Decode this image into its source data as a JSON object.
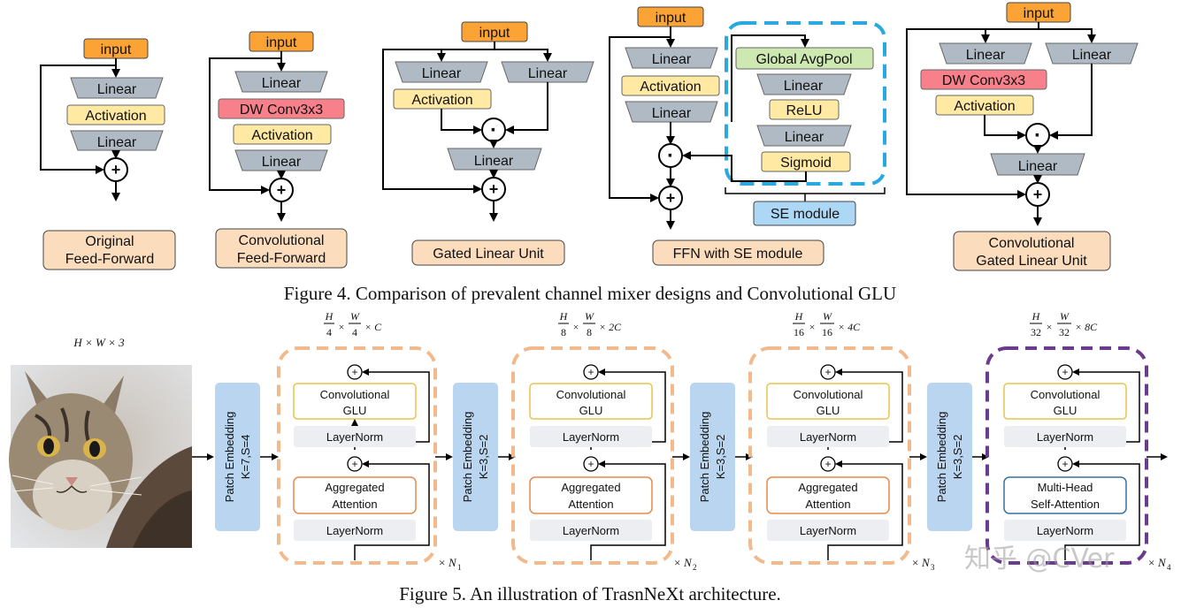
{
  "colors": {
    "orange": "#fba435",
    "linear": "#b0bac4",
    "activation": "#ffe9a3",
    "dwconv": "#f7808a",
    "green": "#cde8b0",
    "se_blue": "#acd8f6",
    "label_peach": "#fbdcbd",
    "patch_blue": "#b9d5ef",
    "dashed_orange": "#f1b98c",
    "dashed_purple": "#6a3b8f",
    "glu_border": "#e9c44c",
    "attn_border": "#e6884b",
    "mhsa_border": "#3670a3",
    "layernorm": "#eceef1"
  },
  "fig4": {
    "caption": "Figure 4. Comparison of prevalent channel mixer designs and Convolutional GLU",
    "input": "input",
    "linear": "Linear",
    "activation": "Activation",
    "dwconv": "DW Conv3x3",
    "gap": "Global AvgPool",
    "relu": "ReLU",
    "sigmoid": "Sigmoid",
    "plus": "+",
    "dot": "·",
    "se_module": "SE module",
    "label1_l1": "Original",
    "label1_l2": "Feed-Forward",
    "label2_l1": "Convolutional",
    "label2_l2": "Feed-Forward",
    "label3": "Gated Linear Unit",
    "label4": "FFN with SE module",
    "label5_l1": "Convolutional",
    "label5_l2": "Gated Linear Unit"
  },
  "fig5": {
    "caption": "Figure 5. An illustration of TrasnNeXt architecture.",
    "input_dim": "H × W × 3",
    "patch1": "Patch Embedding",
    "patch1_k": "K=7,S=4",
    "patch_n": "Patch Embedding",
    "patch_n_k": "K=3,S=2",
    "conv_glu_l1": "Convolutional",
    "conv_glu_l2": "GLU",
    "layernorm": "LayerNorm",
    "agg_l1": "Aggregated",
    "agg_l2": "Attention",
    "mhsa_l1": "Multi-Head",
    "mhsa_l2": "Self-Attention",
    "plus": "+",
    "times": "×",
    "stages": [
      {
        "num": "H",
        "den": "4",
        "num2": "W",
        "den2": "4",
        "ch": "× C",
        "n": "N",
        "sub": "1"
      },
      {
        "num": "H",
        "den": "8",
        "num2": "W",
        "den2": "8",
        "ch": "× 2C",
        "n": "N",
        "sub": "2"
      },
      {
        "num": "H",
        "den": "16",
        "num2": "W",
        "den2": "16",
        "ch": "× 4C",
        "n": "N",
        "sub": "3"
      },
      {
        "num": "H",
        "den": "32",
        "num2": "W",
        "den2": "32",
        "ch": "× 8C",
        "n": "N",
        "sub": "4"
      }
    ],
    "watermark": "知乎 @CVer"
  }
}
